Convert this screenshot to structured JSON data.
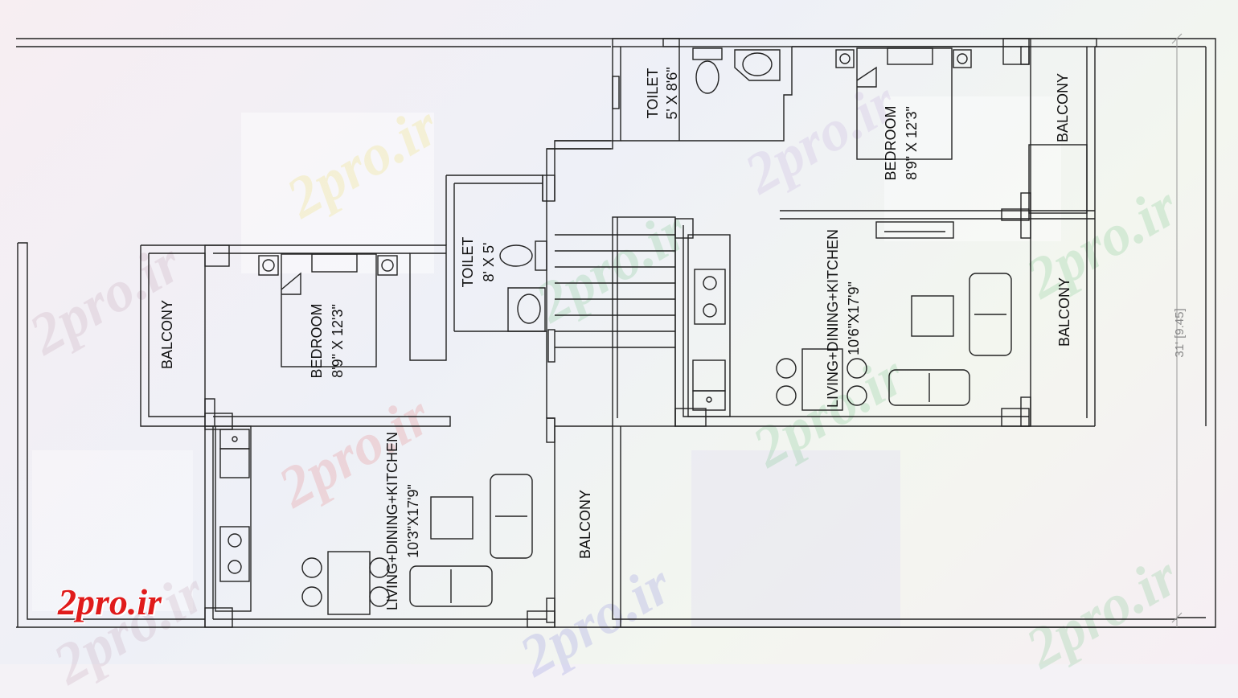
{
  "rooms": {
    "toilet_top": {
      "name": "TOILET",
      "size": "5' X 8'6\""
    },
    "bedroom_top": {
      "name": "BEDROOM",
      "size": "8'9\" X 12'3\""
    },
    "balcony_top_right": {
      "name": "BALCONY"
    },
    "toilet_mid": {
      "name": "TOILET",
      "size": "8' X 5'"
    },
    "living_right": {
      "name": "LIVING+DINING+KITCHEN",
      "size": "10'6\"X17'9\""
    },
    "balcony_mid_right": {
      "name": "BALCONY"
    },
    "balcony_left": {
      "name": "BALCONY"
    },
    "bedroom_left": {
      "name": "BEDROOM",
      "size": "8'9\" X 12'3\""
    },
    "living_left": {
      "name": "LIVING+DINING+KITCHEN",
      "size": "10'3\"X17'9\""
    },
    "balcony_bottom": {
      "name": "BALCONY"
    }
  },
  "dimension": {
    "label": "31' [9.45]"
  },
  "watermark": {
    "text": "2pro.ir"
  },
  "logo": {
    "text": "2pro.ir",
    "color": "#e01b1b"
  }
}
